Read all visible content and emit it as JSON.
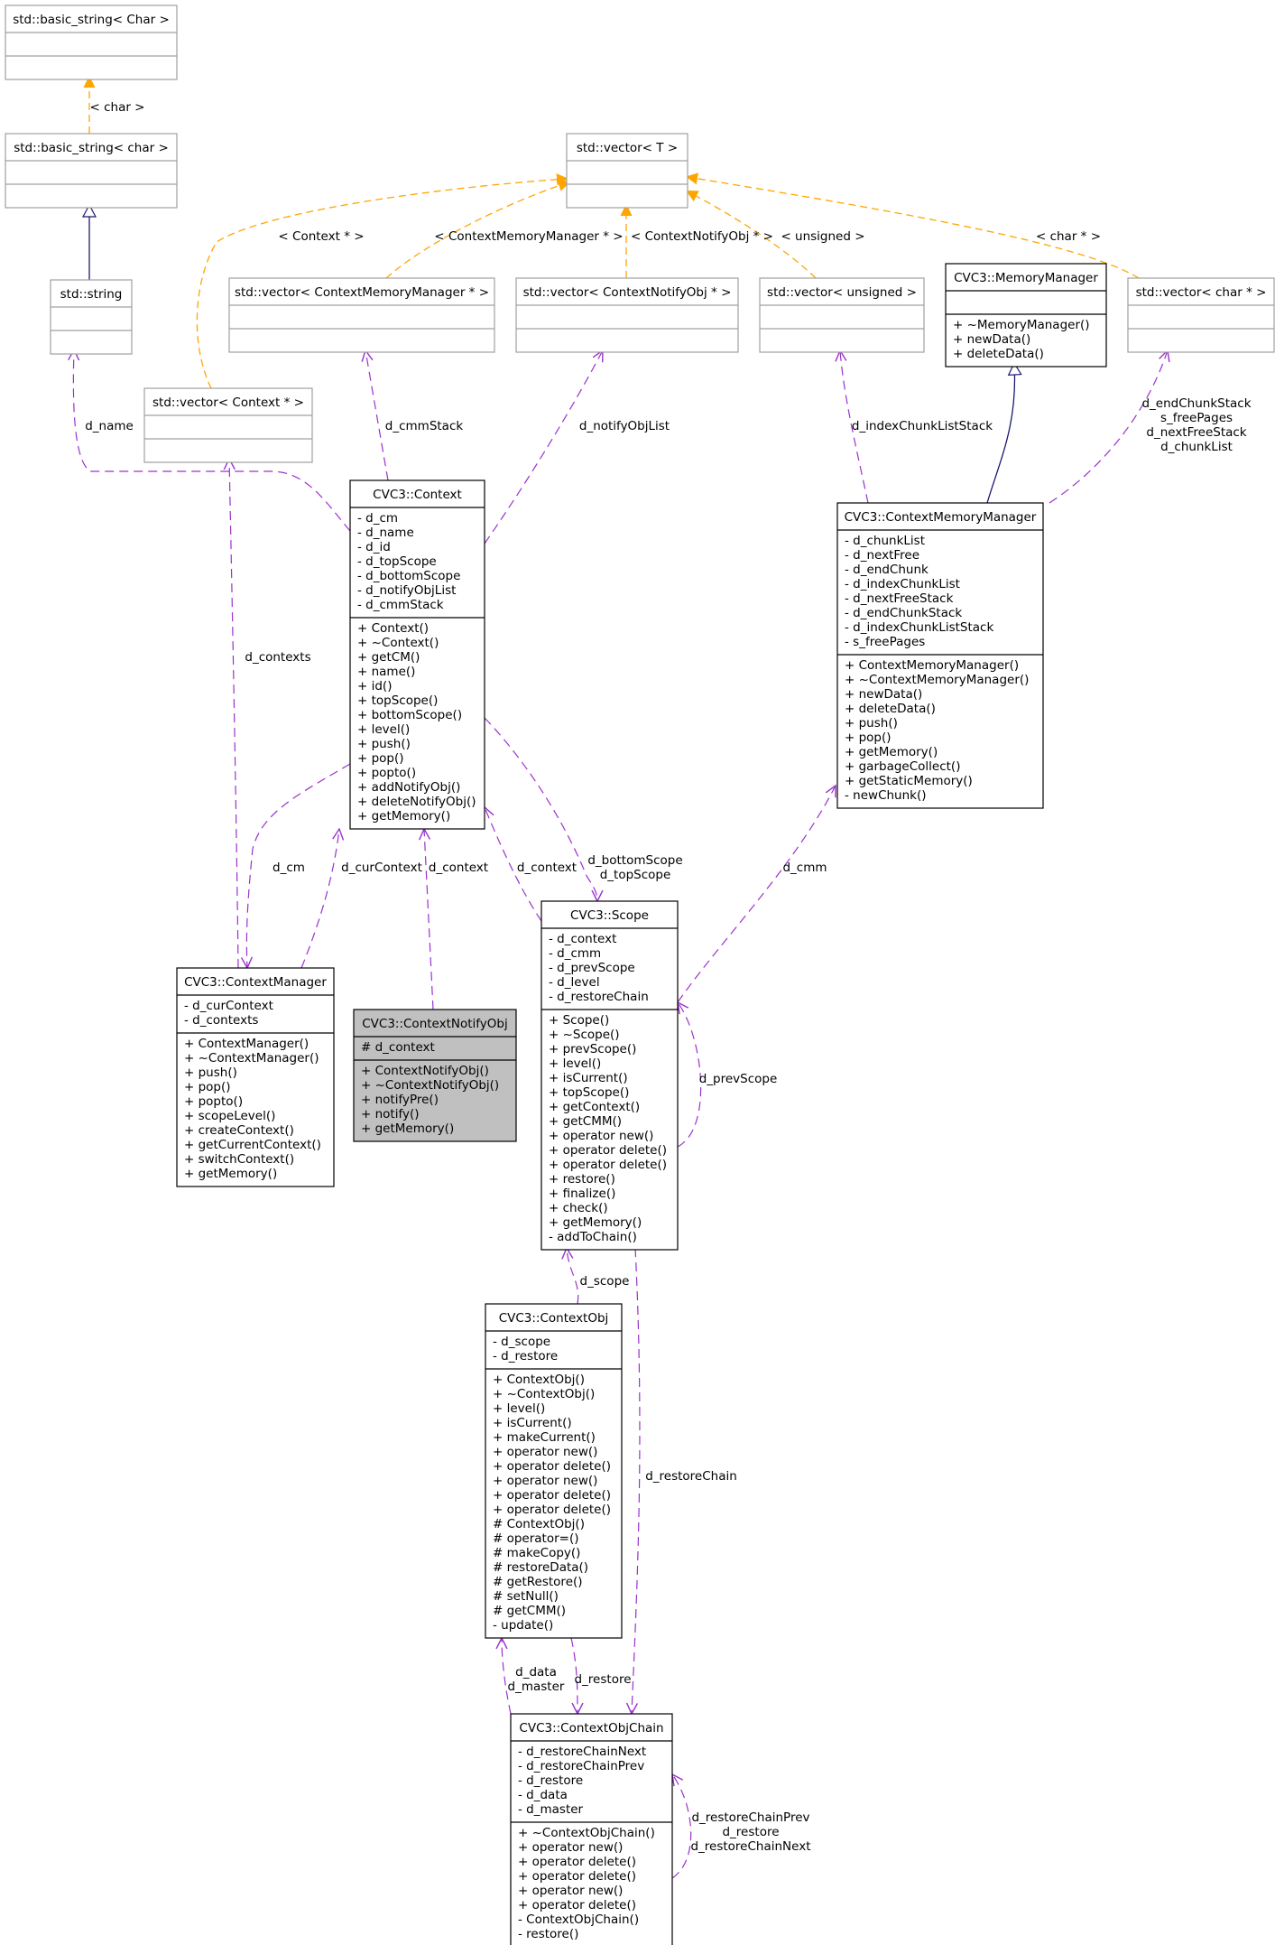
{
  "colors": {
    "template_edge": "#ffa500",
    "inherit_edge": "#191970",
    "usage_edge": "#9a32cd",
    "external_border": "#a0a0a0",
    "class_border": "#000000",
    "highlight_fill": "#c0c0c0"
  },
  "nodes": {
    "basic_string_Char": {
      "title": "std::basic_string< Char >",
      "attrs": [],
      "methods": []
    },
    "basic_string_char": {
      "title": "std::basic_string< char >",
      "attrs": [],
      "methods": []
    },
    "std_string": {
      "title": "std::string",
      "attrs": [],
      "methods": []
    },
    "vector_T": {
      "title": "std::vector< T >",
      "attrs": [],
      "methods": []
    },
    "vector_context": {
      "title": "std::vector< Context * >",
      "attrs": [],
      "methods": []
    },
    "vector_cmm": {
      "title": "std::vector< ContextMemoryManager * >",
      "attrs": [],
      "methods": []
    },
    "vector_notify": {
      "title": "std::vector< ContextNotifyObj * >",
      "attrs": [],
      "methods": []
    },
    "vector_unsigned": {
      "title": "std::vector< unsigned >",
      "attrs": [],
      "methods": []
    },
    "memory_manager": {
      "title": "CVC3::MemoryManager",
      "attrs": [],
      "methods": [
        "+ ~MemoryManager()",
        "+ newData()",
        "+ deleteData()"
      ]
    },
    "vector_char": {
      "title": "std::vector< char * >",
      "attrs": [],
      "methods": []
    },
    "context": {
      "title": "CVC3::Context",
      "attrs": [
        "- d_cm",
        "- d_name",
        "- d_id",
        "- d_topScope",
        "- d_bottomScope",
        "- d_notifyObjList",
        "- d_cmmStack"
      ],
      "methods": [
        "+ Context()",
        "+ ~Context()",
        "+ getCM()",
        "+ name()",
        "+ id()",
        "+ topScope()",
        "+ bottomScope()",
        "+ level()",
        "+ push()",
        "+ pop()",
        "+ popto()",
        "+ addNotifyObj()",
        "+ deleteNotifyObj()",
        "+ getMemory()"
      ]
    },
    "context_memory_manager": {
      "title": "CVC3::ContextMemoryManager",
      "attrs": [
        "- d_chunkList",
        "- d_nextFree",
        "- d_endChunk",
        "- d_indexChunkList",
        "- d_nextFreeStack",
        "- d_endChunkStack",
        "- d_indexChunkListStack",
        "- s_freePages"
      ],
      "methods": [
        "+ ContextMemoryManager()",
        "+ ~ContextMemoryManager()",
        "+ newData()",
        "+ deleteData()",
        "+ push()",
        "+ pop()",
        "+ getMemory()",
        "+ garbageCollect()",
        "+ getStaticMemory()",
        "- newChunk()"
      ]
    },
    "context_manager": {
      "title": "CVC3::ContextManager",
      "attrs": [
        "- d_curContext",
        "- d_contexts"
      ],
      "methods": [
        "+ ContextManager()",
        "+ ~ContextManager()",
        "+ push()",
        "+ pop()",
        "+ popto()",
        "+ scopeLevel()",
        "+ createContext()",
        "+ getCurrentContext()",
        "+ switchContext()",
        "+ getMemory()"
      ]
    },
    "context_notify_obj": {
      "title": "CVC3::ContextNotifyObj",
      "attrs": [
        "# d_context"
      ],
      "methods": [
        "+ ContextNotifyObj()",
        "+ ~ContextNotifyObj()",
        "+ notifyPre()",
        "+ notify()",
        "+ getMemory()"
      ]
    },
    "scope": {
      "title": "CVC3::Scope",
      "attrs": [
        "- d_context",
        "- d_cmm",
        "- d_prevScope",
        "- d_level",
        "- d_restoreChain"
      ],
      "methods": [
        "+ Scope()",
        "+ ~Scope()",
        "+ prevScope()",
        "+ level()",
        "+ isCurrent()",
        "+ topScope()",
        "+ getContext()",
        "+ getCMM()",
        "+ operator new()",
        "+ operator delete()",
        "+ operator delete()",
        "+ restore()",
        "+ finalize()",
        "+ check()",
        "+ getMemory()",
        "- addToChain()"
      ]
    },
    "context_obj": {
      "title": "CVC3::ContextObj",
      "attrs": [
        "- d_scope",
        "- d_restore"
      ],
      "methods": [
        "+ ContextObj()",
        "+ ~ContextObj()",
        "+ level()",
        "+ isCurrent()",
        "+ makeCurrent()",
        "+ operator new()",
        "+ operator delete()",
        "+ operator new()",
        "+ operator delete()",
        "+ operator delete()",
        "# ContextObj()",
        "# operator=()",
        "# makeCopy()",
        "# restoreData()",
        "# getRestore()",
        "# setNull()",
        "# getCMM()",
        "- update()"
      ]
    },
    "context_obj_chain": {
      "title": "CVC3::ContextObjChain",
      "attrs": [
        "- d_restoreChainNext",
        "- d_restoreChainPrev",
        "- d_restore",
        "- d_data",
        "- d_master"
      ],
      "methods": [
        "+ ~ContextObjChain()",
        "+ operator new()",
        "+ operator delete()",
        "+ operator delete()",
        "+ operator new()",
        "+ operator delete()",
        "- ContextObjChain()",
        "- restore()"
      ]
    }
  },
  "edge_labels": {
    "char": [
      "< char >"
    ],
    "context_ptr": [
      "< Context * >"
    ],
    "cmm_ptr": [
      "< ContextMemoryManager * >"
    ],
    "notify_ptr": [
      "< ContextNotifyObj * >"
    ],
    "unsigned": [
      "< unsigned >"
    ],
    "char_ptr": [
      "< char * >"
    ],
    "d_name": [
      "d_name"
    ],
    "d_cmmStack": [
      "d_cmmStack"
    ],
    "d_notifyObjList": [
      "d_notifyObjList"
    ],
    "d_indexChunkListStack": [
      "d_indexChunkListStack"
    ],
    "cmm_chunks": [
      "d_endChunkStack",
      "s_freePages",
      "d_nextFreeStack",
      "d_chunkList"
    ],
    "d_contexts": [
      "d_contexts"
    ],
    "d_cm": [
      "d_cm"
    ],
    "d_curContext": [
      "d_curContext"
    ],
    "notify_d_context": [
      "d_context"
    ],
    "scope_d_context": [
      "d_context"
    ],
    "bottom_top": [
      "d_bottomScope",
      "d_topScope"
    ],
    "d_cmm": [
      "d_cmm"
    ],
    "d_prevScope": [
      "d_prevScope"
    ],
    "d_scope": [
      "d_scope"
    ],
    "d_restoreChain": [
      "d_restoreChain"
    ],
    "data_master": [
      "d_data",
      "d_master"
    ],
    "d_restore": [
      "d_restore"
    ],
    "chain_self": [
      "d_restoreChainPrev",
      "d_restore",
      "d_restoreChainNext"
    ]
  }
}
